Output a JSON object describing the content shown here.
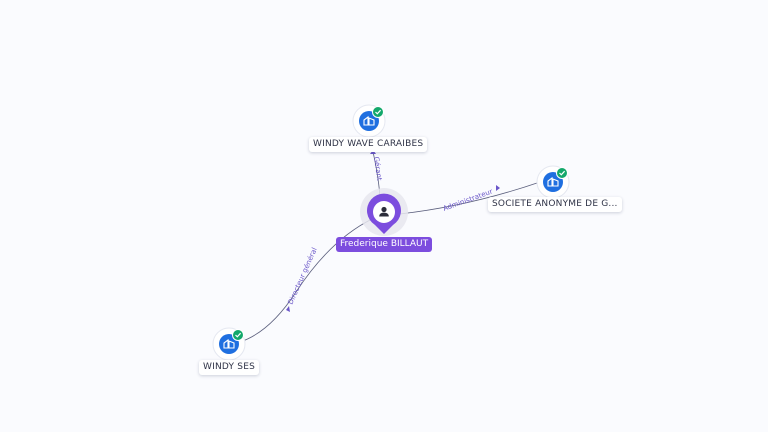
{
  "colors": {
    "person_accent": "#7c4dde",
    "company_icon_blue": "#1f6fe0",
    "verified_green": "#13a86b",
    "edge_stroke": "#5b5f7d",
    "edge_label": "#6a56c9"
  },
  "person": {
    "name": "Frederique BILLAUT",
    "icon": "person-icon"
  },
  "companies": [
    {
      "id": "wwc",
      "name": "WINDY WAVE CARAIBES",
      "icon": "company-building-icon",
      "verified": true
    },
    {
      "id": "sag",
      "name": "SOCIETE ANONYME DE G...",
      "icon": "company-building-icon",
      "verified": true
    },
    {
      "id": "ses",
      "name": "WINDY SES",
      "icon": "company-building-icon",
      "verified": true
    }
  ],
  "relations": [
    {
      "to": "wwc",
      "label": "Gérant"
    },
    {
      "to": "sag",
      "label": "Administrateur"
    },
    {
      "to": "ses",
      "label": "Directeur général"
    }
  ]
}
